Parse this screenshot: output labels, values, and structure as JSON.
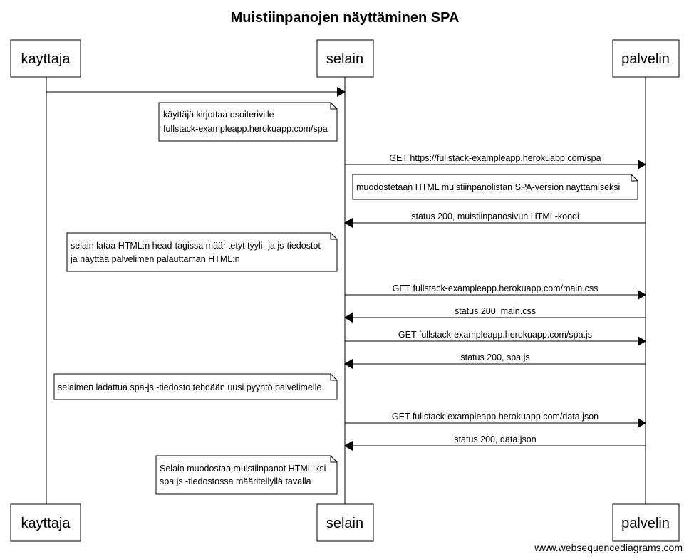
{
  "title": "Muistiinpanojen näyttäminen SPA",
  "actors": {
    "kayttaja": "kayttaja",
    "selain": "selain",
    "palvelin": "palvelin"
  },
  "messages": [
    {
      "label": ""
    },
    {
      "label": "GET  https://fullstack-exampleapp.herokuapp.com/spa"
    },
    {
      "label": "status 200, muistiinpanosivun HTML-koodi"
    },
    {
      "label": "GET fullstack-exampleapp.herokuapp.com/main.css"
    },
    {
      "label": "status 200, main.css"
    },
    {
      "label": "GET fullstack-exampleapp.herokuapp.com/spa.js"
    },
    {
      "label": "status 200, spa.js"
    },
    {
      "label": "GET fullstack-exampleapp.herokuapp.com/data.json"
    },
    {
      "label": "status 200, data.json"
    }
  ],
  "notes": [
    {
      "lines": [
        "käyttäjä kirjottaa osoiteriville",
        "fullstack-exampleapp.herokuapp.com/spa"
      ]
    },
    {
      "lines": [
        "muodostetaan HTML muistiinpanolistan SPA-version näyttämiseksi"
      ]
    },
    {
      "lines": [
        "selain lataa HTML:n head-tagissa määritetyt tyyli- ja js-tiedostot",
        "ja näyttää palvelimen palauttaman HTML:n"
      ]
    },
    {
      "lines": [
        "selaimen ladattua spa-js -tiedosto tehdään uusi pyyntö palvelimelle"
      ]
    },
    {
      "lines": [
        "Selain muodostaa muistiinpanot HTML:ksi",
        "spa.js -tiedostossa määritellyllä tavalla"
      ]
    }
  ],
  "footer": "www.websequencediagrams.com"
}
